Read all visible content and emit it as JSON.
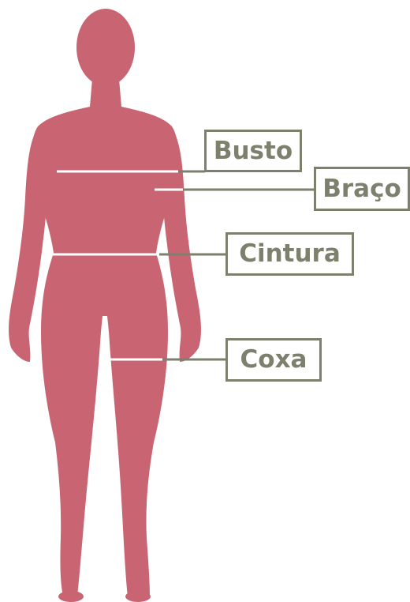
{
  "colors": {
    "body": "#c96573",
    "measure_line": "#ffffff",
    "label_border": "#7d806d",
    "label_text": "#7d806d",
    "background": "#ffffff"
  },
  "labels": {
    "bust": "Busto",
    "arm": "Braço",
    "waist": "Cintura",
    "thigh": "Coxa"
  }
}
